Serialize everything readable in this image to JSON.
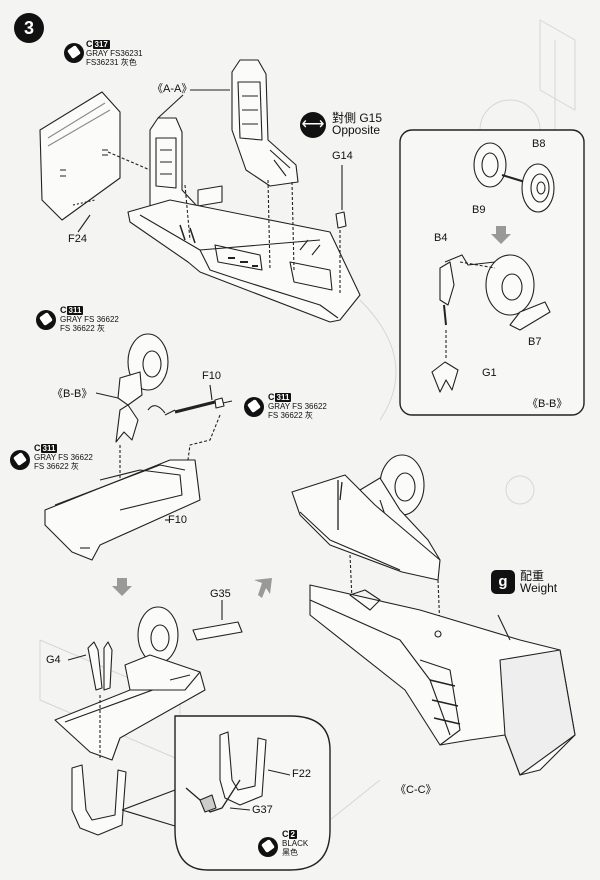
{
  "step": {
    "number": "3"
  },
  "paints": {
    "c317": {
      "prefix": "C",
      "code": "317",
      "line1": "GRAY FS36231",
      "line2": "FS36231 灰色"
    },
    "c311_a": {
      "prefix": "C",
      "code": "311",
      "line1": "GRAY FS 36622",
      "line2": "FS 36622 灰"
    },
    "c311_b": {
      "prefix": "C",
      "code": "311",
      "line1": "GRAY FS 36622",
      "line2": "FS 36622 灰"
    },
    "c311_c": {
      "prefix": "C",
      "code": "311",
      "line1": "GRAY FS 36622",
      "line2": "FS 36622 灰"
    },
    "c2": {
      "prefix": "C",
      "code": "2",
      "line1": "BLACK",
      "line2": "黑色"
    }
  },
  "opposite": {
    "line1": "對側 G15",
    "line2": "Opposite"
  },
  "weight": {
    "badge": "g",
    "line1": "配重",
    "line2": "Weight"
  },
  "sections": {
    "aa": "《A-A》",
    "bb_main": "《B-B》",
    "bb_inset": "《B-B》",
    "cc": "《C-C》"
  },
  "parts": {
    "f24": "F24",
    "g14": "G14",
    "b8": "B8",
    "b9": "B9",
    "b4": "B4",
    "b7": "B7",
    "g1": "G1",
    "f10_top": "F10",
    "f10_bottom": "F10",
    "g35": "G35",
    "g4": "G4",
    "f22": "F22",
    "g37": "G37"
  },
  "icons": {
    "step": "step-badge",
    "brush": "paint-brush-icon",
    "arrow": "double-arrow-icon"
  }
}
